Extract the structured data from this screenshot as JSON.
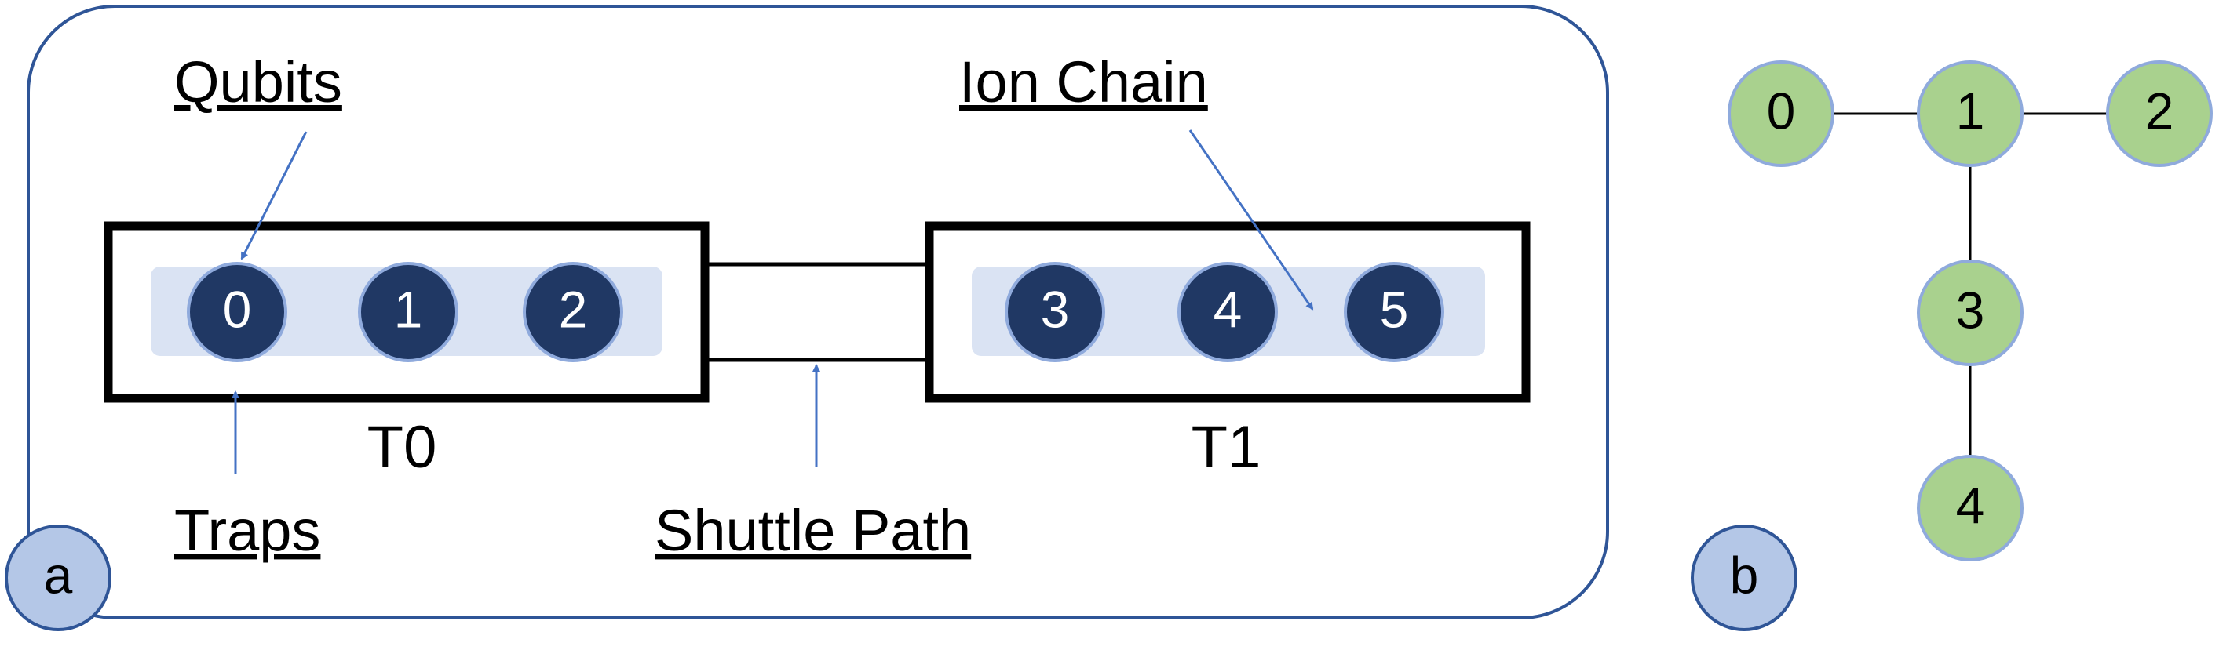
{
  "panel_a": {
    "letter": "a",
    "callouts": {
      "qubits": "Qubits",
      "ion_chain": "Ion Chain",
      "traps": "Traps",
      "shuttle_path": "Shuttle Path"
    },
    "traps": [
      {
        "label": "T0",
        "ions": [
          "0",
          "1",
          "2"
        ]
      },
      {
        "label": "T1",
        "ions": [
          "3",
          "4",
          "5"
        ]
      }
    ]
  },
  "panel_b": {
    "letter": "b",
    "nodes": [
      "0",
      "1",
      "2",
      "3",
      "4"
    ],
    "edges": [
      [
        "0",
        "1"
      ],
      [
        "1",
        "2"
      ],
      [
        "1",
        "3"
      ],
      [
        "3",
        "4"
      ]
    ]
  },
  "colors": {
    "frame": "#2f5597",
    "ion_fill": "#203864",
    "ion_stroke": "#8faadc",
    "chain_band": "#dae3f3",
    "node_fill": "#a9d18e",
    "node_stroke": "#8faadc",
    "badge_fill": "#b4c7e7",
    "badge_stroke": "#2f5597",
    "arrow": "#4472c4"
  }
}
